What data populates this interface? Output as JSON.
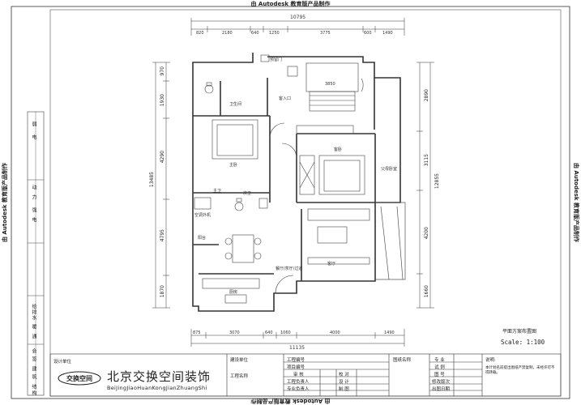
{
  "watermark": "由 Autodesk 教育版产品制作",
  "dimensions": {
    "top_total": "10795",
    "top_segments": [
      "820",
      "2180",
      "640",
      "1250",
      "3775",
      "600",
      "1490"
    ],
    "bottom_segments": [
      "875",
      "3070",
      "640",
      "1060",
      "4000",
      "1490"
    ],
    "bottom_total": "11135",
    "left_total": "13485",
    "left_segments": [
      "970",
      "1930",
      "4290",
      "4795",
      "1870"
    ],
    "right_segments": [
      "2890",
      "3115",
      "4200",
      "1660"
    ],
    "right_total": "12855",
    "inner": "3850"
  },
  "room_labels": [
    "预留门",
    "客入口",
    "卫生间",
    "主卧",
    "客卧",
    "父母卧室",
    "客厅",
    "餐厅/茶厅/过道",
    "主卫",
    "次卫",
    "空调外机",
    "厨房",
    "阳台"
  ],
  "plan_title": "平面方案布置图",
  "scale": "Scale: 1:100",
  "side_table": {
    "row1": [
      "弱",
      "电"
    ],
    "row2": [
      "动",
      "力",
      "强",
      "电"
    ],
    "row3": [
      "给排水",
      "暖",
      "通"
    ],
    "row4": [
      "会",
      "签",
      "建",
      "筑",
      "结",
      "构"
    ]
  },
  "title_block": {
    "design_unit": "设计单位",
    "build_unit": "建设单位",
    "project_name": "工程名称",
    "project_no": "工程编号",
    "item_no": "项目编号",
    "review": "审  核",
    "proofread": "校  对",
    "project_lead": "工程负责人",
    "design": "设  计",
    "discipline_lead": "专业负责人",
    "drafting": "制  图",
    "drawing_name": "图纸名称",
    "discipline": "专  业",
    "stage": "试  例",
    "drawing_no": "图  号",
    "revision": "修改版次",
    "date": "出图日期",
    "notes": "说明:",
    "note_text": "本计划名前提出图纸严禁复制，未经许可不得转载。"
  },
  "company": {
    "name_cn": "北京交换空间装饰",
    "name_pinyin": "BeiJingJiaoHuanKongJianZhuangShi",
    "logo_text": "交换空间"
  }
}
